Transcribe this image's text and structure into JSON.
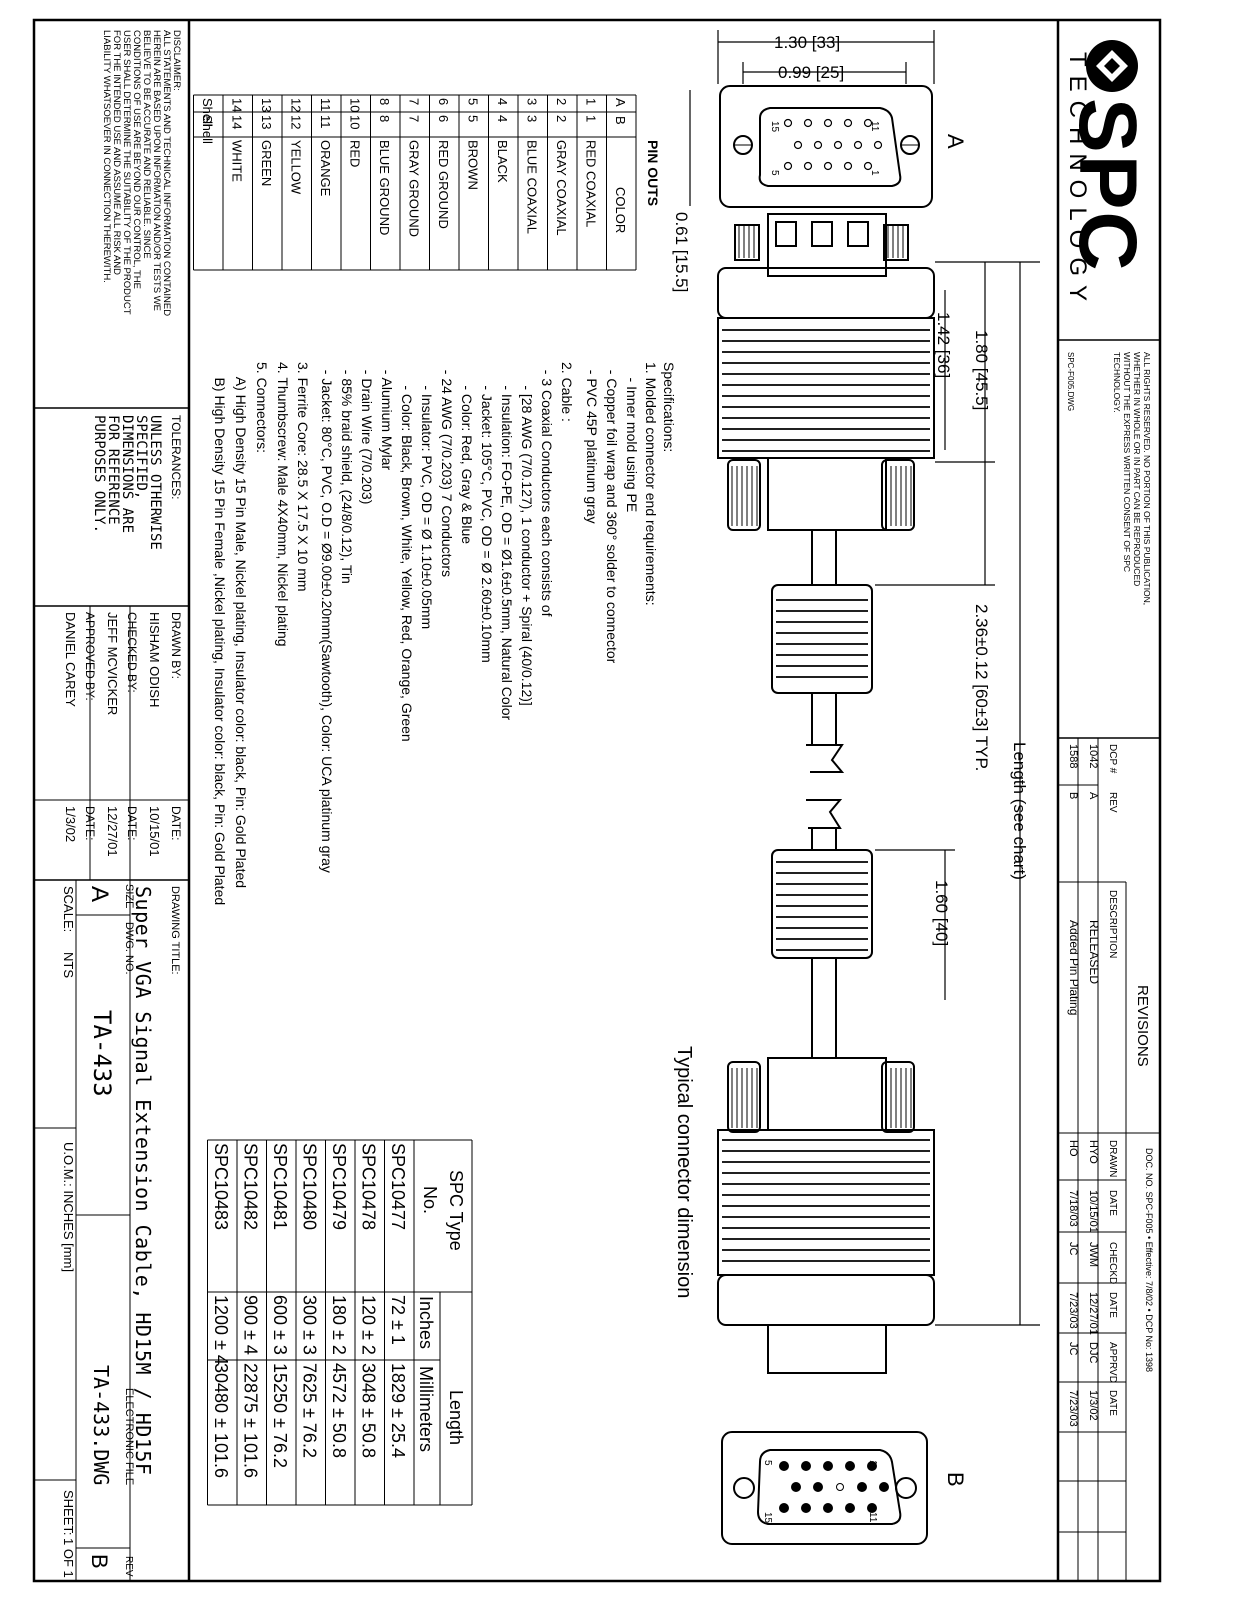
{
  "logo": {
    "brand": "SPC",
    "subtitle": "TECHNOLOGY"
  },
  "rights_notice": [
    "ALL RIGHTS RESERVED. NO PORTION OF THIS PUBLICATION,",
    "WHETHER IN WHOLE OR IN PART CAN BE REPRODUCED",
    "WITHOUT THE EXPRESS WRITTEN CONSENT OF SPC",
    "TECHNOLOGY."
  ],
  "file_ref": "SPC-F005.DWG",
  "doc_header": "DOC. NO. SPC-F005  •  Effective: 7/8/02  •  DCP No: 1398",
  "revisions": {
    "title": "REVISIONS",
    "headers": [
      "DCP #",
      "REV",
      "DESCRIPTION",
      "DRAWN",
      "DATE",
      "CHECKD",
      "DATE",
      "APPRVD",
      "DATE"
    ],
    "rows": [
      [
        "1042",
        "A",
        "RELEASED",
        "HYO",
        "10/15/01",
        "JWM",
        "12/27/01",
        "DJC",
        "1/3/02"
      ],
      [
        "1588",
        "B",
        "Added Pin Plating",
        "HO",
        "7/18/03",
        "JC",
        "7/23/03",
        "JC",
        "7/23/03"
      ]
    ]
  },
  "drawing": {
    "label_a": "A",
    "label_b": "B",
    "dim_width_outer": "1.30  [33]",
    "dim_width_inner": "0.99  [25]",
    "dim_thickness": "0.61  [15.5]",
    "dim_overmold": "1.80  [45.5]",
    "dim_mold": "1.42  [36]",
    "dim_ferrite_gap": "2.36±0.12  [60±3]  TYP.",
    "dim_length": "Length  (see  chart)",
    "dim_ferrite": "1.60  [40]",
    "caption": "Typical connector dimension",
    "pin_a_15": "15",
    "pin_a_11": "11",
    "pin_a_5": "5",
    "pin_a_1": "1",
    "pin_b_5": "5",
    "pin_b_1": "1",
    "pin_b_15": "15",
    "pin_b_11": "11"
  },
  "pinouts": {
    "title": "PIN  OUTS",
    "headers": [
      "A",
      "B",
      "COLOR"
    ],
    "rows": [
      [
        "1",
        "1",
        "RED COAXIAL"
      ],
      [
        "2",
        "2",
        "GRAY COAXIAL"
      ],
      [
        "3",
        "3",
        "BLUE COAXIAL"
      ],
      [
        "4",
        "4",
        "BLACK"
      ],
      [
        "5",
        "5",
        "BROWN"
      ],
      [
        "6",
        "6",
        "RED GROUND"
      ],
      [
        "7",
        "7",
        "GRAY GROUND"
      ],
      [
        "8",
        "8",
        "BLUE GROUND"
      ],
      [
        "10",
        "10",
        "RED"
      ],
      [
        "11",
        "11",
        "ORANGE"
      ],
      [
        "12",
        "12",
        "YELLOW"
      ],
      [
        "13",
        "13",
        "GREEN"
      ],
      [
        "14",
        "14",
        "WHITE"
      ],
      [
        "Shell",
        "Shell",
        ""
      ]
    ]
  },
  "specifications": [
    "Specifications:",
    "1. Molded connector end requirements:",
    "    - Inner mold using PE",
    "  - Copper foil wrap and 360° solder to connector",
    "  - PVC 45P platinum gray",
    "2. Cable :",
    "  - 3 Coaxial Conductors each consists of",
    "      - [28 AWG (7/0.127), 1 conductor + Spiral (40/0.12)]",
    "      - Insulation: FO-PE, OD = Ø1.6±0.5mm, Natural Color",
    "      - Jacket: 105°C, PVC, OD = Ø 2.60±0.10mm",
    "      - Color: Red, Gray & Blue",
    "  - 24 AWG (7/0.203) 7 Conductors",
    "      - Insulator: PVC, OD = Ø 1.10±0.05mm",
    "      - Color: Black, Brown, White, Yellow, Red, Orange, Green",
    "  - Alumium Mylar",
    "  - Drain Wire (7/0.203)",
    "  - 85% braid shield, (24/8/0.12), Tin",
    "  - Jacket: 80°C, PVC, O.D = Ø9.00±0.20mm(Sawtooth), Color: UCA platinum gray",
    "3. Ferrite Core: 28.5 X 17.5 X 10 mm",
    "4. Thumbscrew: Male 4X40mm, Nickel plating",
    "5. Connectors:",
    "    A) High Density 15 Pin Male, Nickel plating, Insulator color: black, Pin: Gold Plated",
    "    B) High Density 15 Pin Female ,Nickel plating, Insulator color: black, Pin: Gold Plated"
  ],
  "length_table": {
    "col_type": "SPC Type",
    "col_no": "No.",
    "col_length": "Length",
    "col_in": "Inches",
    "col_mm": "Millimeters",
    "rows": [
      [
        "SPC10477",
        "72 ± 1",
        "1829 ± 25.4"
      ],
      [
        "SPC10478",
        "120 ± 2",
        "3048 ± 50.8"
      ],
      [
        "SPC10479",
        "180 ± 2",
        "4572 ± 50.8"
      ],
      [
        "SPC10480",
        "300 ± 3",
        "7625 ± 76.2"
      ],
      [
        "SPC10481",
        "600 ± 3",
        "15250 ± 76.2"
      ],
      [
        "SPC10482",
        "900 ± 4",
        "22875 ± 101.6"
      ],
      [
        "SPC10483",
        "1200 ± 4",
        "30480 ± 101.6"
      ]
    ]
  },
  "disclaimer": [
    "DISCLAIMER:",
    "ALL STATEMENTS AND TECHNICAL INFORMATION CONTAINED",
    "HEREIN ARE BASED UPON INFORMATION  AND/OR TESTS WE",
    "BELIEVE TO BE ACCURATE AND RELIABLE.   SINCE",
    "CONDITIONS OF USE ARE  BEYOND OUR CONTROL, THE",
    "USER SHALL DETERMINE THE SUITABILITY OF THE PRODUCT",
    "FOR THE   INTENDED USE AND ASSUME ALL RISK AND",
    "LIABILITY WHATSOEVER IN CONNECTION THEREWITH."
  ],
  "tolerances": {
    "label": "TOLERANCES:",
    "lines": [
      "UNLESS OTHERWISE",
      "SPECIFIED,",
      "DIMENSIONS ARE",
      "FOR REFERENCE",
      "PURPOSES ONLY."
    ]
  },
  "title_block": {
    "drawn_by_label": "DRAWN BY:",
    "drawn_by": "HISHAM ODISH",
    "drawn_date_label": "DATE:",
    "drawn_date": "10/15/01",
    "checked_by_label": "CHECKED BY:",
    "checked_by": "JEFF MCVICKER",
    "checked_date_label": "DATE:",
    "checked_date": "12/27/01",
    "approved_by_label": "APPROVED BY:",
    "approved_by": "DANIEL CAREY",
    "approved_date_label": "DATE:",
    "approved_date": "1/3/02",
    "drawing_title_label": "DRAWING TITLE:",
    "drawing_title": "Super VGA Signal Extension Cable, HD15M / HD15F",
    "size_label": "SIZE",
    "size": "A",
    "dwg_no_label": "DWG. NO.",
    "dwg_no": "TA-433",
    "electronic_file_label": "ELECTRONIC FILE",
    "electronic_file": "TA-433.DWG",
    "rev_label": "REV",
    "rev": "B",
    "scale_label": "SCALE:",
    "scale": "NTS",
    "uom": "U.O.M.: INCHES [mm]",
    "sheet_label": "SHEET:",
    "sheet": "1  OF  1"
  }
}
